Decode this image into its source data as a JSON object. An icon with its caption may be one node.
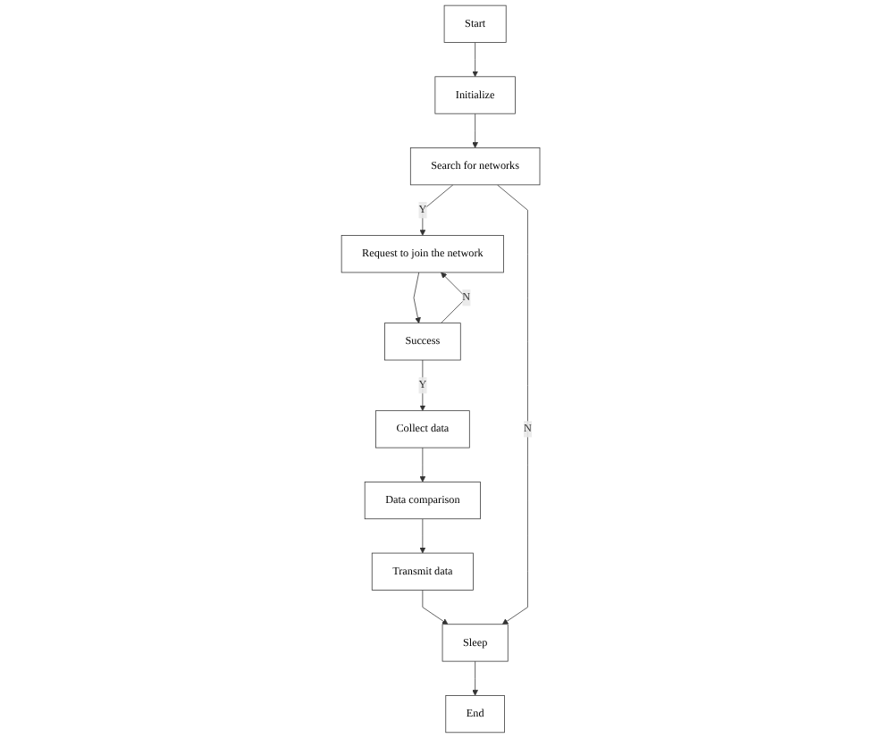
{
  "diagram": {
    "nodes": [
      {
        "text": [
          "Start"
        ]
      },
      {
        "text": [
          "Initialize"
        ]
      },
      {
        "text": [
          "Search for networks"
        ]
      },
      {
        "text": [
          "Request to join the network"
        ]
      },
      {
        "text": [
          "Success"
        ]
      },
      {
        "text": [
          "Collect data"
        ]
      },
      {
        "text": [
          "Data comparison"
        ]
      },
      {
        "text": [
          "Transmit data"
        ]
      },
      {
        "text": [
          "Sleep"
        ]
      },
      {
        "text": [
          "End"
        ]
      }
    ],
    "edges": [
      {
        "from": 0,
        "to": 1,
        "arrow": "to"
      },
      {
        "from": 1,
        "to": 2,
        "arrow": "to"
      },
      {
        "from": 2,
        "to": 3,
        "arrow": "to",
        "label": "Y"
      },
      {
        "from": 3,
        "to": 4,
        "arrow": "to"
      },
      {
        "from": 4,
        "to": 3,
        "arrow": "to",
        "label": "N"
      },
      {
        "from": 4,
        "to": 5,
        "arrow": "to",
        "label": "Y"
      },
      {
        "from": 5,
        "to": 6,
        "arrow": "to"
      },
      {
        "from": 6,
        "to": 7,
        "arrow": "to"
      },
      {
        "from": 7,
        "to": 8,
        "arrow": "to"
      },
      {
        "from": 8,
        "to": 9,
        "arrow": "to"
      },
      {
        "from": 2,
        "to": 8,
        "arrow": "to",
        "label": "N"
      }
    ]
  }
}
